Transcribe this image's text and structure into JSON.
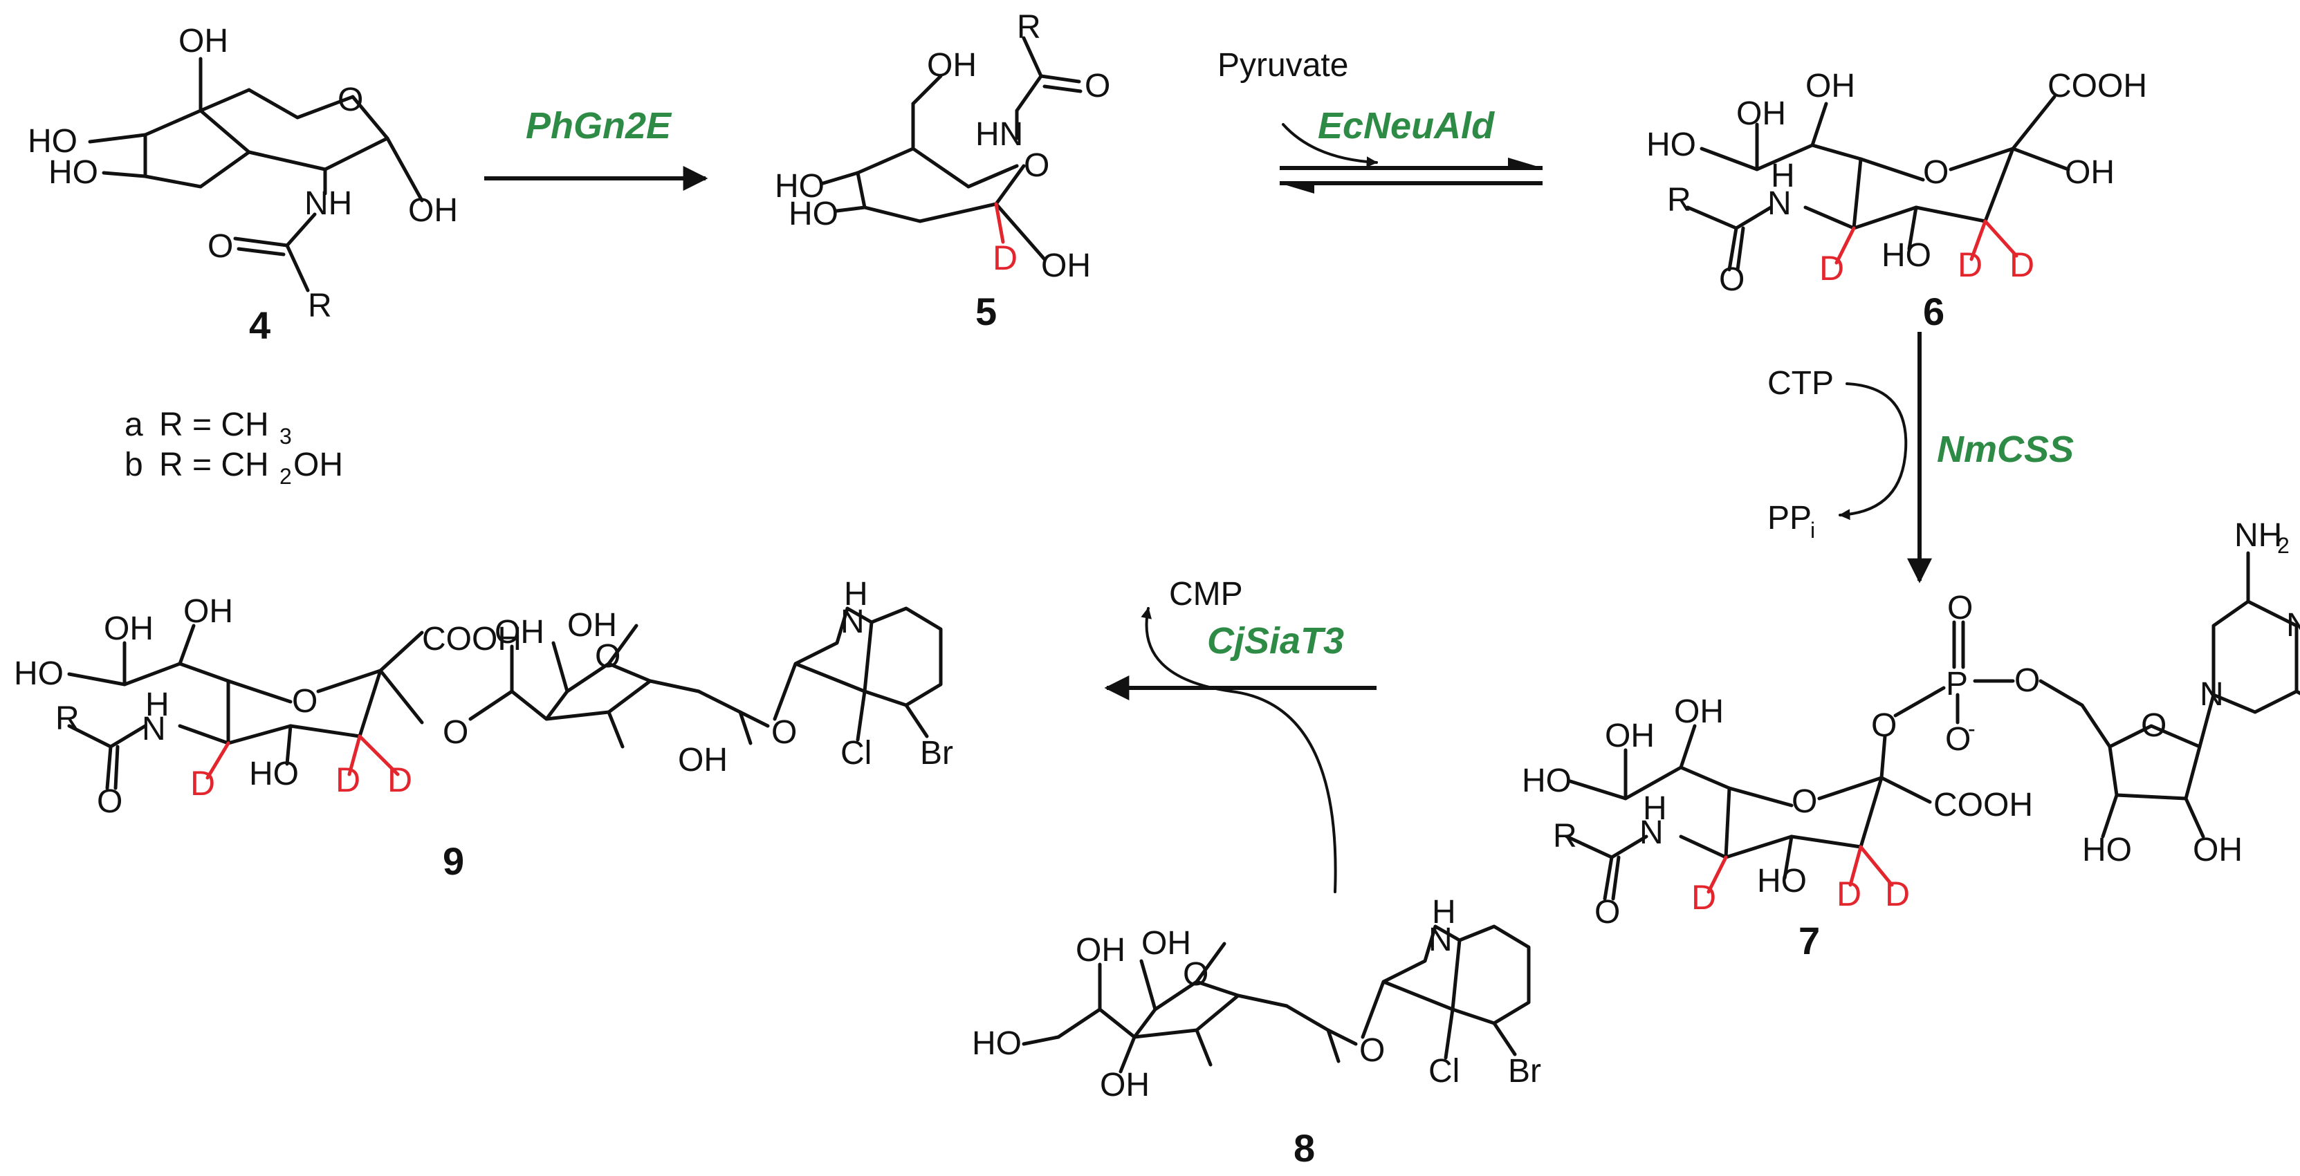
{
  "compounds": {
    "c4": "4",
    "c5": "5",
    "c6": "6",
    "c7": "7",
    "c8": "8",
    "c9": "9"
  },
  "enzymes": {
    "e1": "PhGn2E",
    "e2": "EcNeuAld",
    "e3": "NmCSS",
    "e4": "CjSiaT3"
  },
  "cosubstrates": {
    "pyruvate": "Pyruvate",
    "ctp": "CTP",
    "ppi": "PP",
    "ppi_sub": "i",
    "cmp": "CMP"
  },
  "legend": [
    {
      "letter": "a",
      "text": "R = CH",
      "sub": "3",
      "tail": ""
    },
    {
      "letter": "b",
      "text": "R = CH",
      "sub": "2",
      "tail": "OH"
    }
  ],
  "labels": {
    "oh": "OH",
    "ho": "HO",
    "nh": "NH",
    "hn": "HN",
    "h": "H",
    "n": "N",
    "o": "O",
    "r": "R",
    "p": "P",
    "d": "D",
    "cooh": "COOH",
    "nh2": "NH",
    "nh2_sub": "2",
    "cl": "Cl",
    "br": "Br",
    "ominus": "O"
  },
  "colors": {
    "enzyme": "#2e8b46",
    "deuterium": "#e3262d"
  }
}
